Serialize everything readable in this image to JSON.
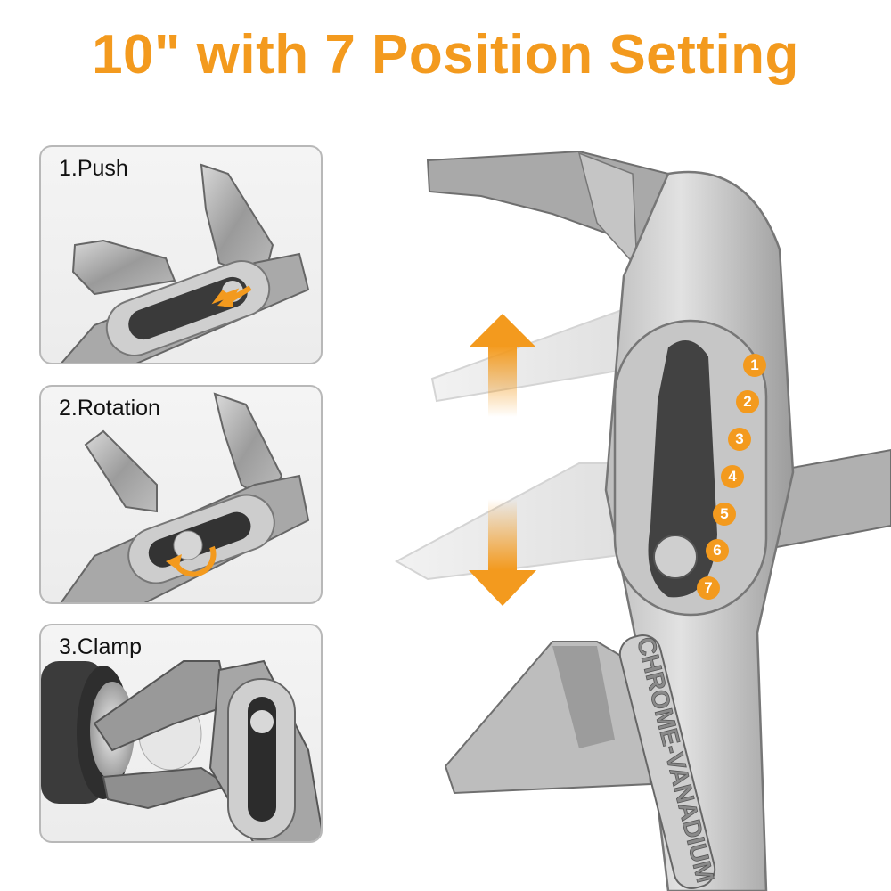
{
  "headline": "10\" with 7 Position Setting",
  "accent_color": "#F39A1E",
  "steps": [
    {
      "label": "1.Push",
      "icon": "push-arrow-icon"
    },
    {
      "label": "2.Rotation",
      "icon": "rotation-arrow-icon"
    },
    {
      "label": "3.Clamp",
      "icon": "clamp-icon"
    }
  ],
  "main_image": {
    "handle_text": "CHROME-VANADIUM",
    "positions": [
      "1",
      "2",
      "3",
      "4",
      "5",
      "6",
      "7"
    ],
    "arrows": [
      "up-arrow-icon",
      "down-arrow-icon"
    ]
  }
}
